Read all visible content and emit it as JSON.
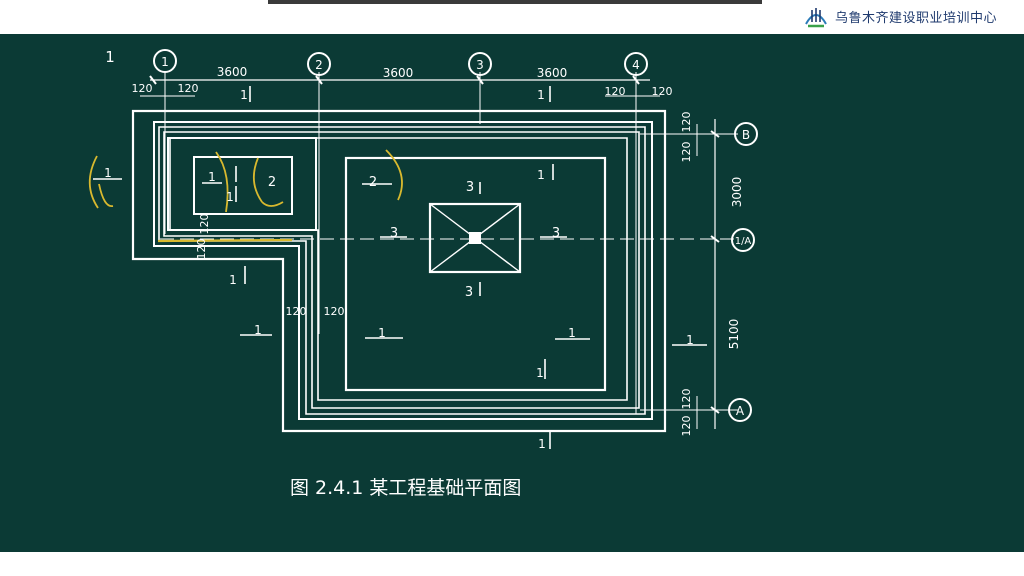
{
  "header": {
    "logo_icon": "training-center-logo-icon",
    "logo_text": "乌鲁木齐建设职业培训中心"
  },
  "figure": {
    "page_mark": "1",
    "caption": "图 2.4.1  某工程基础平面图",
    "axes_top": [
      "1",
      "2",
      "3",
      "4"
    ],
    "axes_right": [
      "B",
      "1/A",
      "A"
    ],
    "top_spans": [
      "3600",
      "3600",
      "3600"
    ],
    "wall_offsets": [
      "120",
      "120",
      "120",
      "120"
    ],
    "right_offsets": [
      "120",
      "120",
      "120"
    ],
    "right_spans": [
      "3000",
      "5100"
    ],
    "section_marks": [
      "1",
      "1",
      "1",
      "2",
      "2",
      "1",
      "1",
      "1",
      "1",
      "3",
      "3",
      "3",
      "3",
      "1",
      "1",
      "1",
      "1",
      "1",
      "1",
      "120",
      "120",
      "120",
      "120",
      "120",
      "1"
    ],
    "colors": {
      "board": "#0b3a35",
      "lines": "#ffffff",
      "annotation": "#d9b92e"
    }
  }
}
